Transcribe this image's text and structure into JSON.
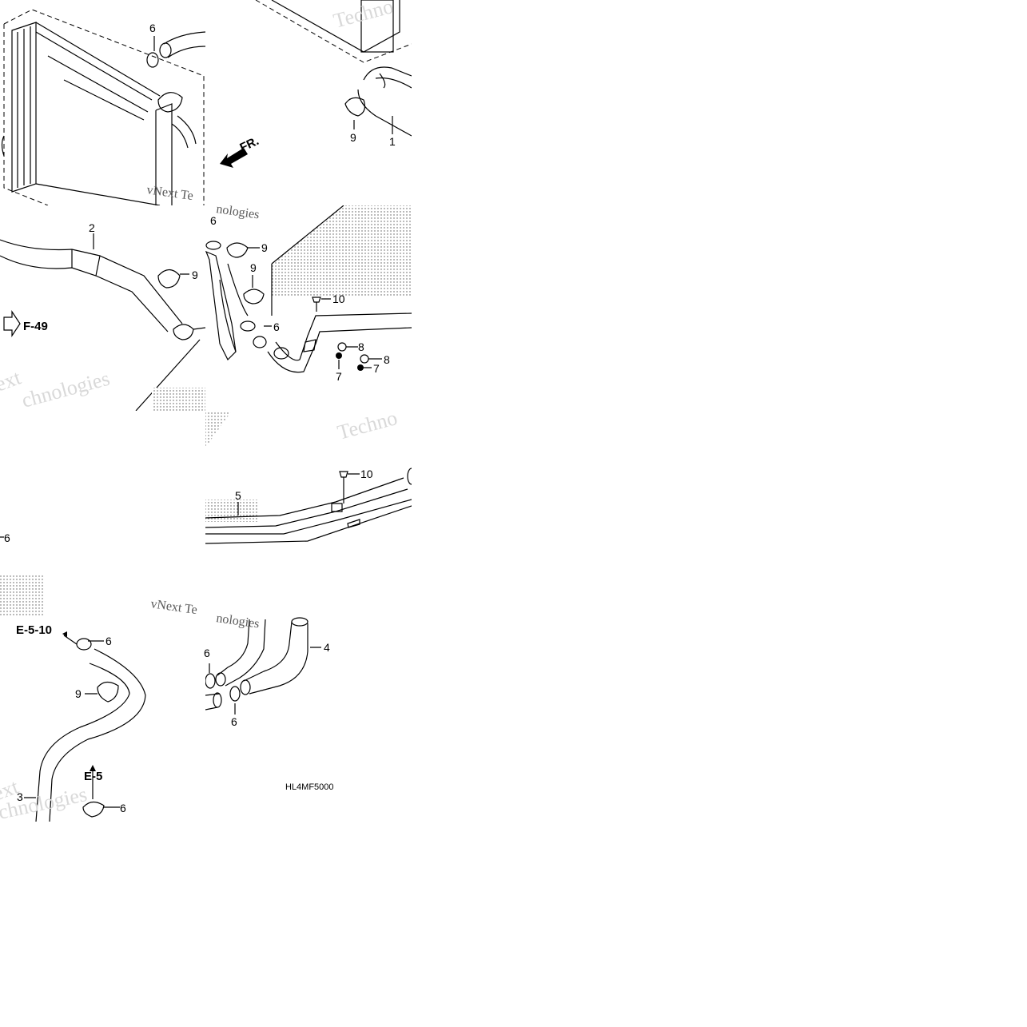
{
  "labels": {
    "l6a": "6",
    "l9a": "9",
    "l1": "1",
    "l2": "2",
    "l9b": "9",
    "l6b": "6",
    "l9c": "9",
    "l9d": "9",
    "l10a": "10",
    "l6c": "6",
    "l8a": "8",
    "l8b": "8",
    "l7a": "7",
    "l7b": "7",
    "l10b": "10",
    "l5": "5",
    "l6d": "6",
    "l6e": "6",
    "l9e": "9",
    "l3": "3",
    "l6f": "6",
    "l4": "4",
    "l6g": "6",
    "l6h": "6"
  },
  "refs": {
    "fr": "FR.",
    "f49": "F-49",
    "e510": "E-5-10",
    "e5": "E-5"
  },
  "watermarks": {
    "techno_a": "Techno",
    "vnext_a": "vNext Te",
    "nologies_a": "nologies",
    "ext_a": "ext",
    "chnologies_a": "chnologies",
    "techno_b": "Techno",
    "vnext_b": "vNext Te",
    "nologies_b": "nologies",
    "ext_b": "ext",
    "chnologies_b": "chnologies"
  },
  "diagram_code": "HL4MF5000"
}
